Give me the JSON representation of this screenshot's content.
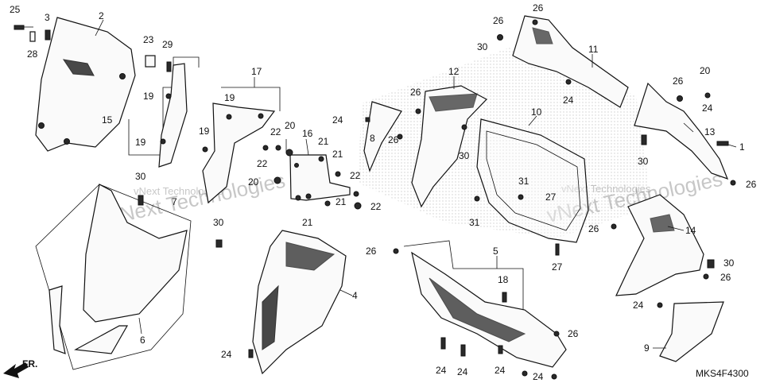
{
  "diagram": {
    "code": "MKS4F4300",
    "front_label": "FR.",
    "watermark": "vNext Technologies",
    "callouts": [
      {
        "id": "c25",
        "text": "25"
      },
      {
        "id": "c3",
        "text": "3"
      },
      {
        "id": "c2",
        "text": "2"
      },
      {
        "id": "c28",
        "text": "28"
      },
      {
        "id": "c23",
        "text": "23"
      },
      {
        "id": "c29",
        "text": "29"
      },
      {
        "id": "c15",
        "text": "15"
      },
      {
        "id": "c19a",
        "text": "19"
      },
      {
        "id": "c19b",
        "text": "19"
      },
      {
        "id": "c17",
        "text": "17"
      },
      {
        "id": "c19c",
        "text": "19"
      },
      {
        "id": "c19d",
        "text": "19"
      },
      {
        "id": "c30a",
        "text": "30"
      },
      {
        "id": "c7",
        "text": "7"
      },
      {
        "id": "c20a",
        "text": "20"
      },
      {
        "id": "c22a",
        "text": "22"
      },
      {
        "id": "c20b",
        "text": "20"
      },
      {
        "id": "c16",
        "text": "16"
      },
      {
        "id": "c22b",
        "text": "22"
      },
      {
        "id": "c21a",
        "text": "21"
      },
      {
        "id": "c21b",
        "text": "21"
      },
      {
        "id": "c22c",
        "text": "22"
      },
      {
        "id": "c21c",
        "text": "21"
      },
      {
        "id": "c21d",
        "text": "21"
      },
      {
        "id": "c22d",
        "text": "22"
      },
      {
        "id": "c24a",
        "text": "24"
      },
      {
        "id": "c8",
        "text": "8"
      },
      {
        "id": "c12",
        "text": "12"
      },
      {
        "id": "c26a",
        "text": "26"
      },
      {
        "id": "c26b",
        "text": "26"
      },
      {
        "id": "c30b",
        "text": "30"
      },
      {
        "id": "c10",
        "text": "10"
      },
      {
        "id": "c26c",
        "text": "26"
      },
      {
        "id": "c26d",
        "text": "26"
      },
      {
        "id": "c30c",
        "text": "30"
      },
      {
        "id": "c11",
        "text": "11"
      },
      {
        "id": "c24b",
        "text": "24"
      },
      {
        "id": "c26e",
        "text": "26"
      },
      {
        "id": "c20c",
        "text": "20"
      },
      {
        "id": "c24c",
        "text": "24"
      },
      {
        "id": "c13",
        "text": "13"
      },
      {
        "id": "c1",
        "text": "1"
      },
      {
        "id": "c30d",
        "text": "30"
      },
      {
        "id": "c26f",
        "text": "26"
      },
      {
        "id": "c31a",
        "text": "31"
      },
      {
        "id": "c31b",
        "text": "31"
      },
      {
        "id": "c27a",
        "text": "27"
      },
      {
        "id": "c26g",
        "text": "26"
      },
      {
        "id": "c14",
        "text": "14"
      },
      {
        "id": "c30e",
        "text": "30"
      },
      {
        "id": "c26h",
        "text": "26"
      },
      {
        "id": "c27b",
        "text": "27"
      },
      {
        "id": "c30f",
        "text": "30"
      },
      {
        "id": "c6",
        "text": "6"
      },
      {
        "id": "c4",
        "text": "4"
      },
      {
        "id": "c26i",
        "text": "26"
      },
      {
        "id": "c5",
        "text": "5"
      },
      {
        "id": "c18",
        "text": "18"
      },
      {
        "id": "c26j",
        "text": "26"
      },
      {
        "id": "c24d",
        "text": "24"
      },
      {
        "id": "c24e",
        "text": "24"
      },
      {
        "id": "c24f",
        "text": "24"
      },
      {
        "id": "c24g",
        "text": "24"
      },
      {
        "id": "c24h",
        "text": "24"
      },
      {
        "id": "c24i",
        "text": "24"
      },
      {
        "id": "c9",
        "text": "9"
      }
    ]
  }
}
